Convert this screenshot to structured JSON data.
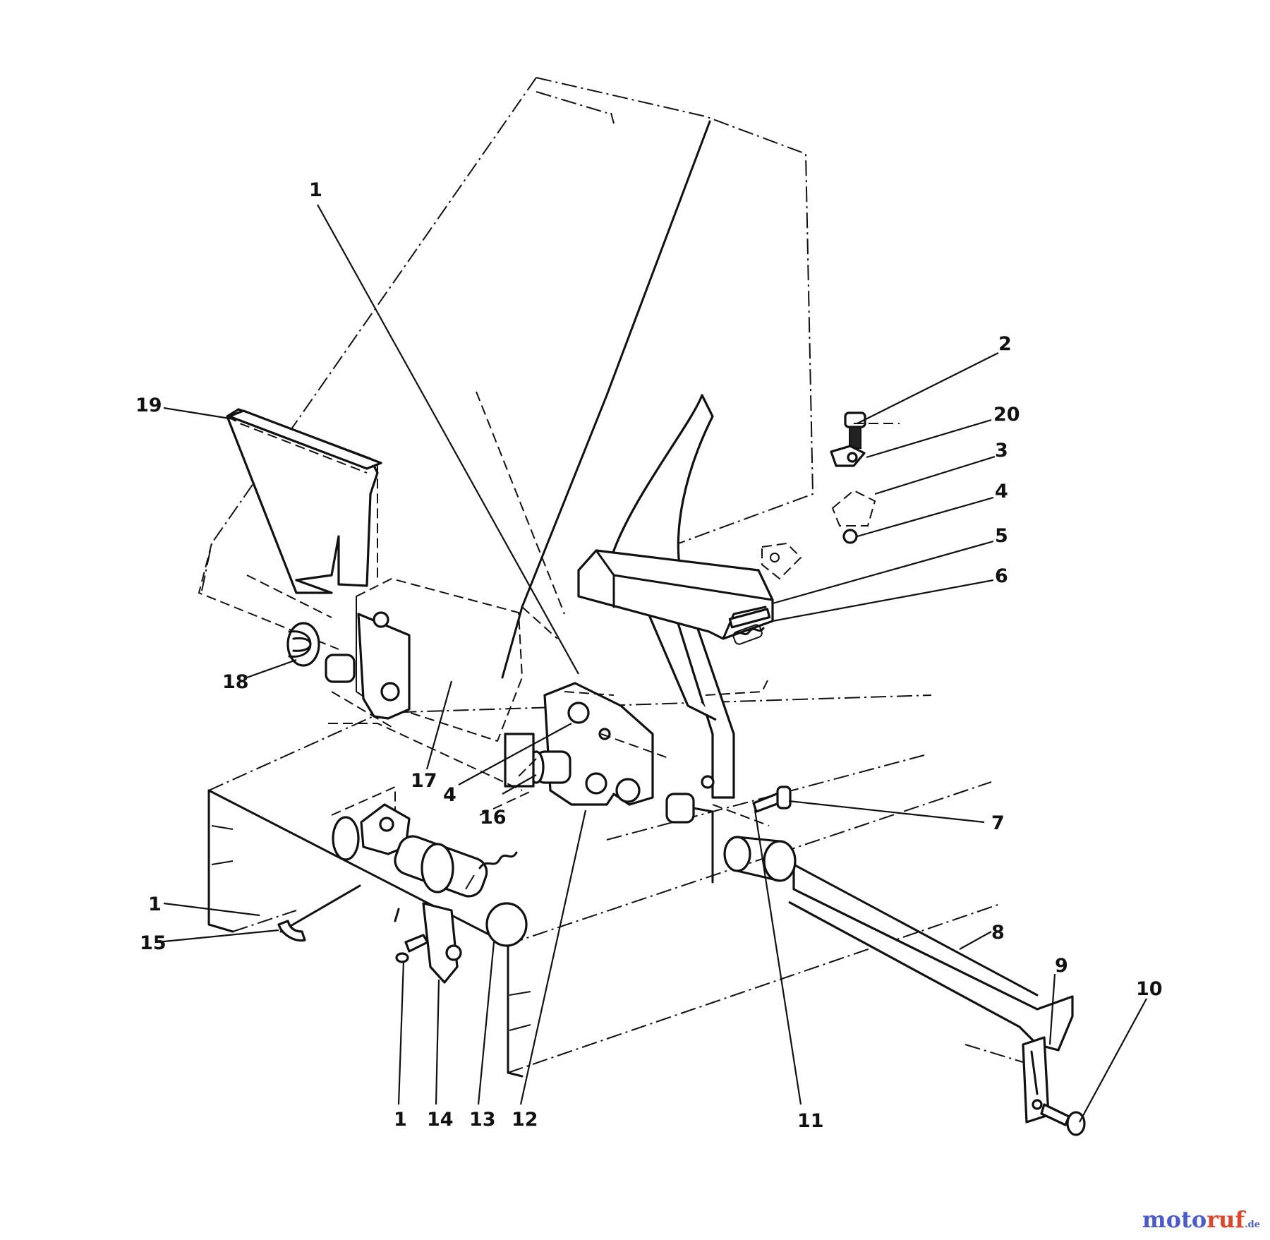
{
  "callouts": {
    "c1_top": "1",
    "c2": "2",
    "c20": "20",
    "c3": "3",
    "c4_right": "4",
    "c5": "5",
    "c6": "6",
    "c19": "19",
    "c18": "18",
    "c17": "17",
    "c4_left": "4",
    "c16": "16",
    "c7": "7",
    "c8": "8",
    "c9": "9",
    "c10": "10",
    "c1_left": "1",
    "c15": "15",
    "c1_bottom": "1",
    "c14": "14",
    "c13": "13",
    "c12": "12",
    "c11": "11"
  },
  "watermark": {
    "part_a": "moto",
    "part_b": "ruf",
    "part_c": ".de"
  }
}
